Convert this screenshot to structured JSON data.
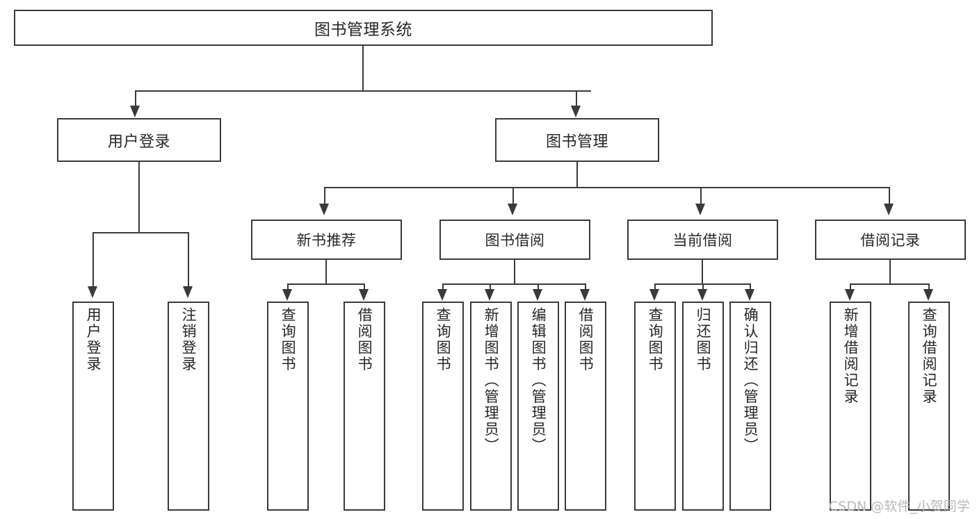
{
  "diagram": {
    "type": "tree",
    "title": "图书管理系统",
    "root": {
      "label": "图书管理系统"
    },
    "level2": [
      {
        "label": "用户登录"
      },
      {
        "label": "图书管理"
      }
    ],
    "level3": [
      {
        "label": "新书推荐"
      },
      {
        "label": "图书借阅"
      },
      {
        "label": "当前借阅"
      },
      {
        "label": "借阅记录"
      }
    ],
    "leaves": {
      "user_login": [
        {
          "label": "用户登录"
        },
        {
          "label": "注销登录"
        }
      ],
      "new_book_recommend": [
        {
          "label": "查询图书"
        },
        {
          "label": "借阅图书"
        }
      ],
      "book_borrow": [
        {
          "label": "查询图书"
        },
        {
          "label": "新增图书（管理员）"
        },
        {
          "label": "编辑图书（管理员）"
        },
        {
          "label": "借阅图书"
        }
      ],
      "current_borrow": [
        {
          "label": "查询图书"
        },
        {
          "label": "归还图书"
        },
        {
          "label": "确认归还（管理员）"
        }
      ],
      "borrow_record": [
        {
          "label": "新增借阅记录"
        },
        {
          "label": "查询借阅记录"
        }
      ]
    }
  },
  "watermark": {
    "text": "CSDN @软件_小贺同学"
  },
  "colors": {
    "stroke": "#3a3a3a",
    "text": "#262626",
    "background": "#ffffff",
    "watermark": "#b9b9b9"
  }
}
